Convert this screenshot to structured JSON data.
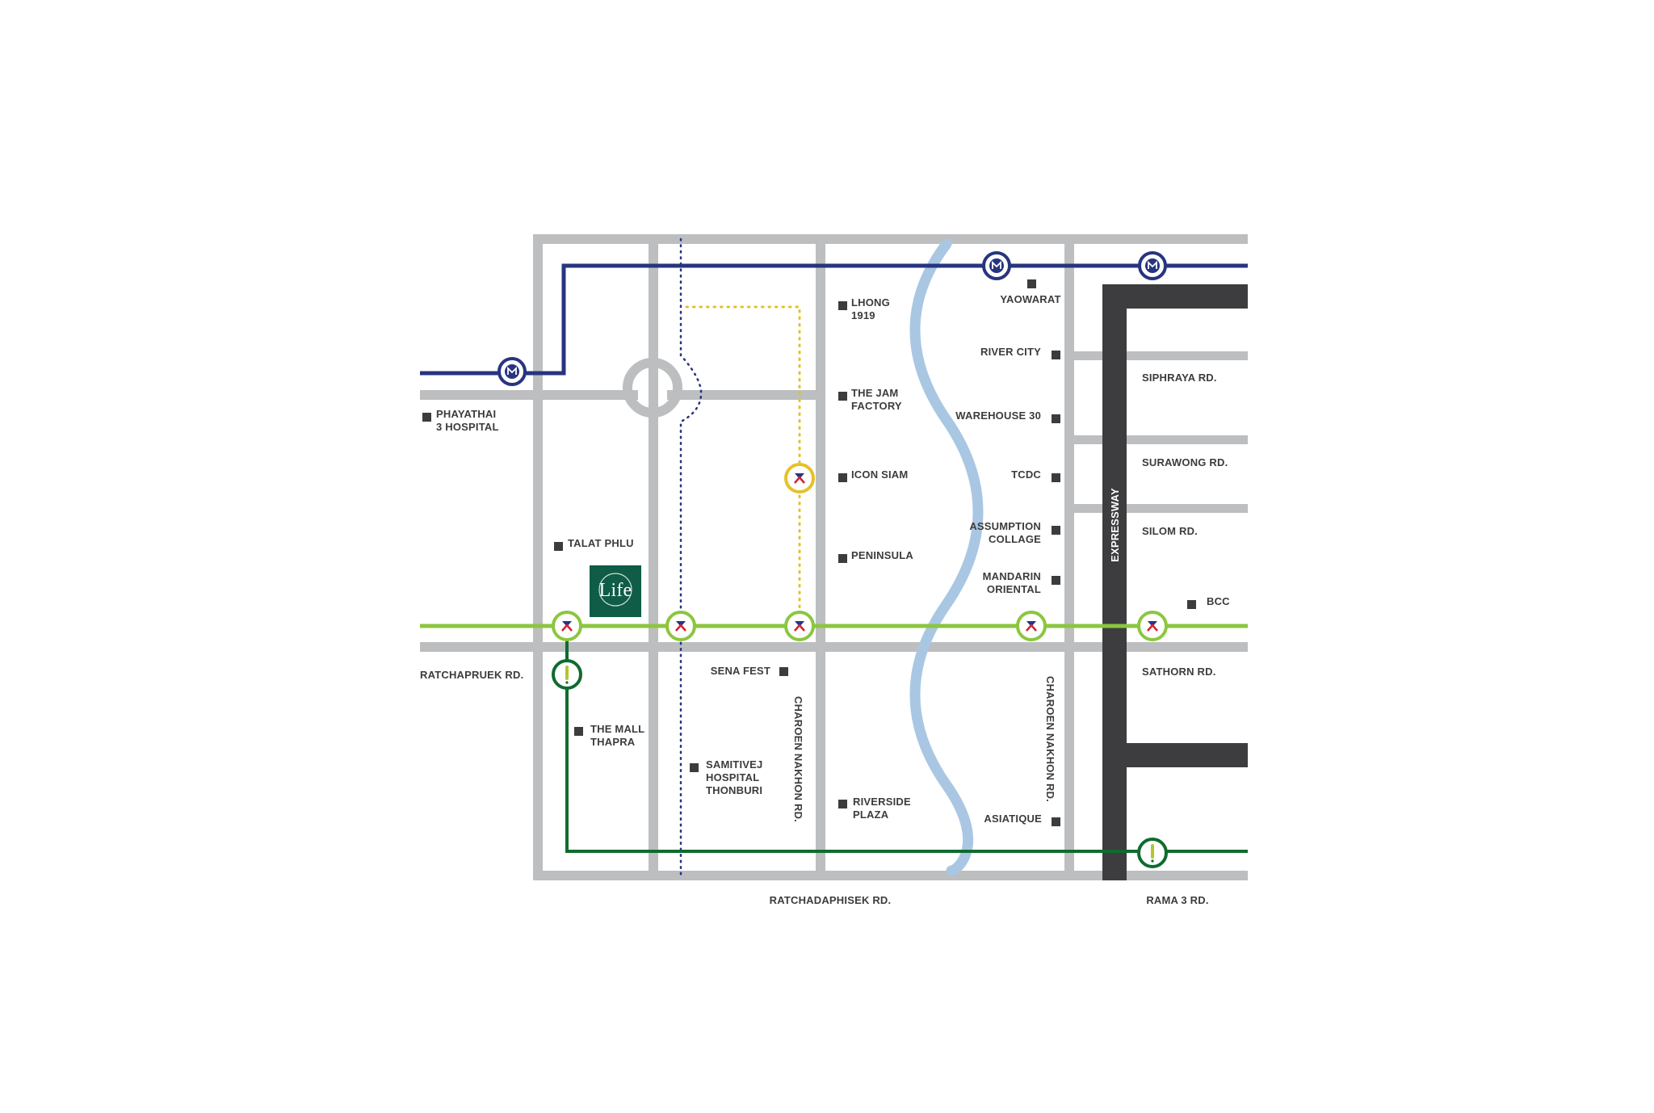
{
  "map": {
    "roads": {
      "ratchapruek": "RATCHAPRUEK RD.",
      "ratchadaphisek": "RATCHADAPHISEK RD.",
      "rama3": "RAMA 3 RD.",
      "siphraya": "SIPHRAYA RD.",
      "surawong": "SURAWONG RD.",
      "silom": "SILOM RD.",
      "sathorn": "SATHORN RD.",
      "charoen_nakhon": "CHAROEN NAKHON RD.",
      "expressway": "EXPRESSWAY"
    },
    "places": {
      "phayathai": [
        "PHAYATHAI",
        "3 HOSPITAL"
      ],
      "talat_phlu": "TALAT PHLU",
      "lhong": [
        "LHONG",
        "1919"
      ],
      "jam_factory": [
        "THE JAM",
        "FACTORY"
      ],
      "icon_siam": "ICON SIAM",
      "peninsula": "PENINSULA",
      "yaowarat": "YAOWARAT",
      "river_city": "RIVER CITY",
      "warehouse30": "WAREHOUSE 30",
      "tcdc": "TCDC",
      "assumption": [
        "ASSUMPTION",
        "COLLAGE"
      ],
      "mandarin": [
        "MANDARIN",
        "ORIENTAL"
      ],
      "bcc": "BCC",
      "sena_fest": "SENA FEST",
      "mall_thapra": [
        "THE MALL",
        "THAPRA"
      ],
      "samitivej": [
        "SAMITIVEJ",
        "HOSPITAL",
        "THONBURI"
      ],
      "riverside": [
        "RIVERSIDE",
        "PLAZA"
      ],
      "asiatique": "ASIATIQUE"
    },
    "logo_text": "Life",
    "colors": {
      "road": "#bcbec0",
      "expressway": "#3d3d3f",
      "mrt_blue": "#27357f",
      "bts_light_green": "#8cc63f",
      "brt_dark_green": "#0f6b2f",
      "gold_line": "#e3c22a",
      "river": "#a9c7e3",
      "logo_bg": "#0f5c47"
    },
    "icons": {
      "mrt_station": "mrt-station-icon",
      "bts_station": "bts-station-icon",
      "brt_station": "brt-station-icon",
      "poi_marker": "square-marker-icon"
    }
  }
}
